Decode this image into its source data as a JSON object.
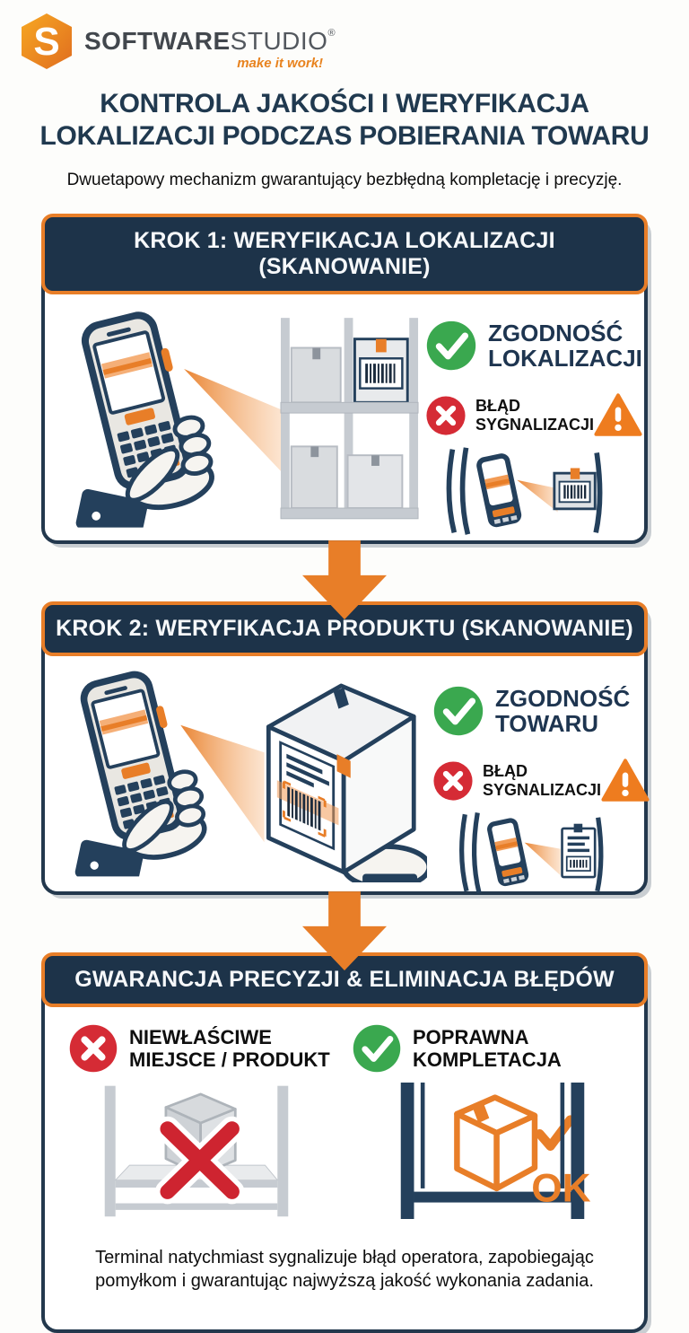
{
  "brand": {
    "logo_letter": "S",
    "name_bold": "SOFTWARE",
    "name_light": "STUDIO",
    "registered": "®",
    "tagline": "make it work!"
  },
  "header": {
    "title_lines": [
      "KONTROLA JAKOŚCI I WERYFIKACJA",
      "LOKALIZACJI PODCZAS POBIERANIA TOWARU"
    ],
    "subtitle": "Dwuetapowy mechanizm gwarantujący bezbłędną kompletację i precyzję."
  },
  "step1": {
    "heading": "KROK 1: WERYFIKACJA LOKALIZACJI (SKANOWANIE)",
    "success_lines": [
      "ZGODNOŚĆ",
      "LOKALIZACJI"
    ],
    "error_lines": [
      "BŁĄD",
      "SYGNALIZACJI"
    ]
  },
  "step2": {
    "heading": "KROK 2: WERYFIKACJA PRODUKTU (SKANOWANIE)",
    "success_lines": [
      "ZGODNOŚĆ",
      "TOWARU"
    ],
    "error_lines": [
      "BŁĄD",
      "SYGNALIZACJI"
    ]
  },
  "summary": {
    "heading": "GWARANCJA PRECYZJI & ELIMINACJA BŁĘDÓW",
    "wrong_lines": [
      "NIEWŁAŚCIWE",
      "MIEJSCE / PRODUKT"
    ],
    "correct_lines": [
      "POPRAWNA",
      "KOMPLETACJA"
    ],
    "ok_label": "OK",
    "footer": "Terminal natychmiast sygnalizuje błąd operatora, zapobiegając pomyłkom i gwarantując najwyższą jakość wykonania zadania."
  },
  "icons": {
    "check-icon": "green circle with white check",
    "x-icon": "red circle with white cross",
    "warning-icon": "orange triangle with exclamation mark",
    "down-arrow-icon": "orange downward arrow"
  },
  "colors": {
    "navy": "#1d3349",
    "orange": "#e87e28",
    "green": "#3aa84f",
    "red": "#d52b35"
  }
}
